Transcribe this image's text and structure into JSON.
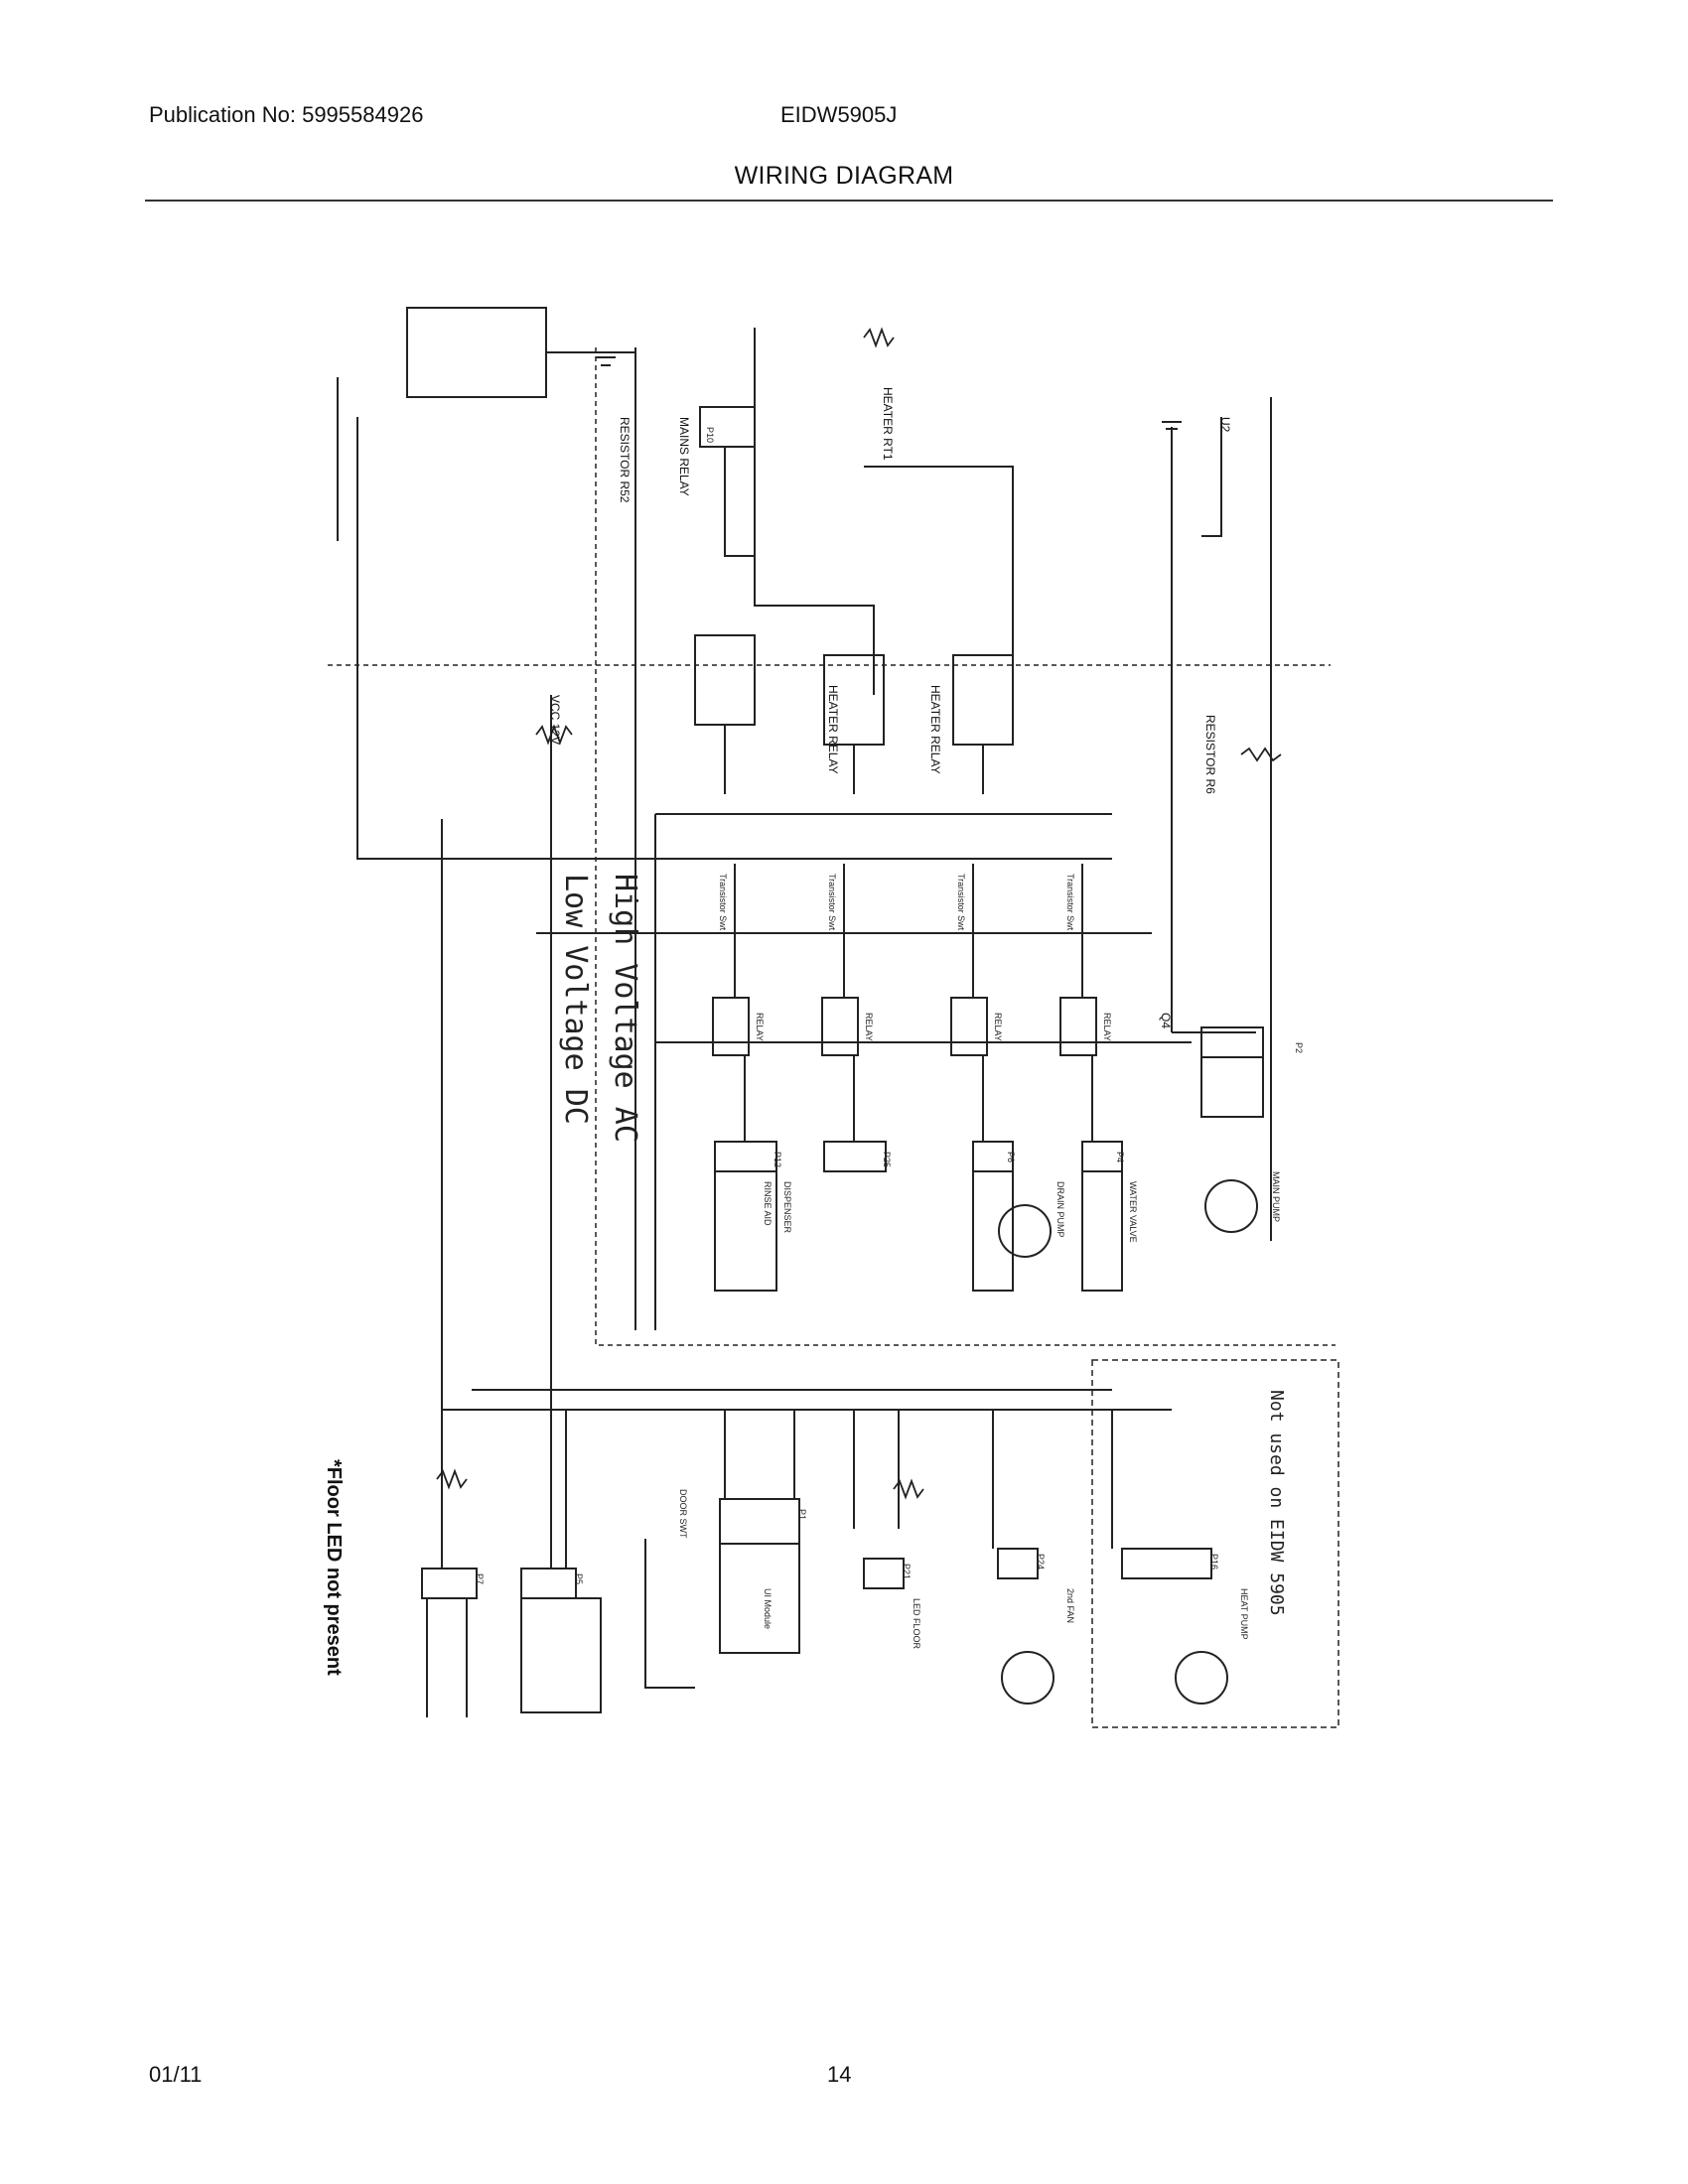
{
  "header": {
    "publication": "Publication No: 5995584926",
    "model": "EIDW5905J",
    "title": "WIRING DIAGRAM"
  },
  "footer": {
    "date": "01/11",
    "page": "14"
  },
  "diagram": {
    "section_high": "High Voltage AC",
    "section_low": "Low Voltage DC",
    "note_not_used": "Not used on EIDW 5905",
    "floor_led_note": "*Floor LED not present",
    "relays": {
      "mains": "MAINS RELAY",
      "heater1": "HEATER RELAY",
      "heater2": "HEATER RELAY"
    },
    "relay_k": [
      "RELAY",
      "RELAY",
      "RELAY",
      "RELAY"
    ],
    "resistors": {
      "r52": "RESISTOR R52",
      "r6": "RESISTOR R6"
    },
    "heater": "HEATER RT1",
    "loads": [
      "DISPENSER",
      "RINSE AID",
      "DRAIN PUMP",
      "WATER VALVE",
      "MAIN PUMP",
      "DOOR SWT",
      "UI Module",
      "LED FLOOR",
      "2nd FAN",
      "HEAT PUMP"
    ],
    "connectors": [
      "P10",
      "P2",
      "P4",
      "P6",
      "P25",
      "P12",
      "P1",
      "P21",
      "P24",
      "P16",
      "P5",
      "P7"
    ],
    "switches": [
      "Transistor Swt",
      "Transistor Swt",
      "Transistor Swt",
      "Transistor Swt"
    ],
    "labels": {
      "vcc": "VCC 12V",
      "triac": "Q4",
      "optoisolator": "U2"
    }
  }
}
